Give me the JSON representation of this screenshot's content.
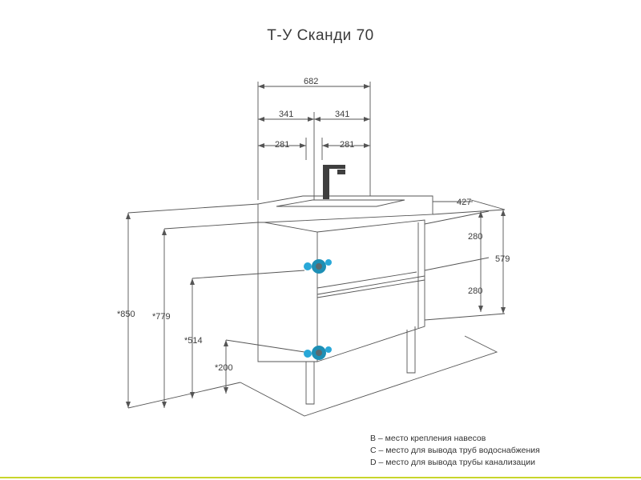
{
  "title": "Т-У Сканди 70",
  "dimensions": {
    "total_width": "682",
    "half_left": "341",
    "half_right": "341",
    "offset_left": "281",
    "offset_right": "281",
    "depth": "427",
    "drawer_top": "280",
    "drawer_bottom": "280",
    "cabinet_height": "579",
    "height_total": "*850",
    "height_b": "*779",
    "height_c": "*514",
    "height_d": "*200"
  },
  "legend": [
    "B – место крепления навесов",
    "С – место для вывода труб водоснабжения",
    "D – место для вывода трубы канализации"
  ],
  "colors": {
    "line": "#4a4a4a",
    "marker": "#29a8d8",
    "accent": "#c8d62c"
  }
}
